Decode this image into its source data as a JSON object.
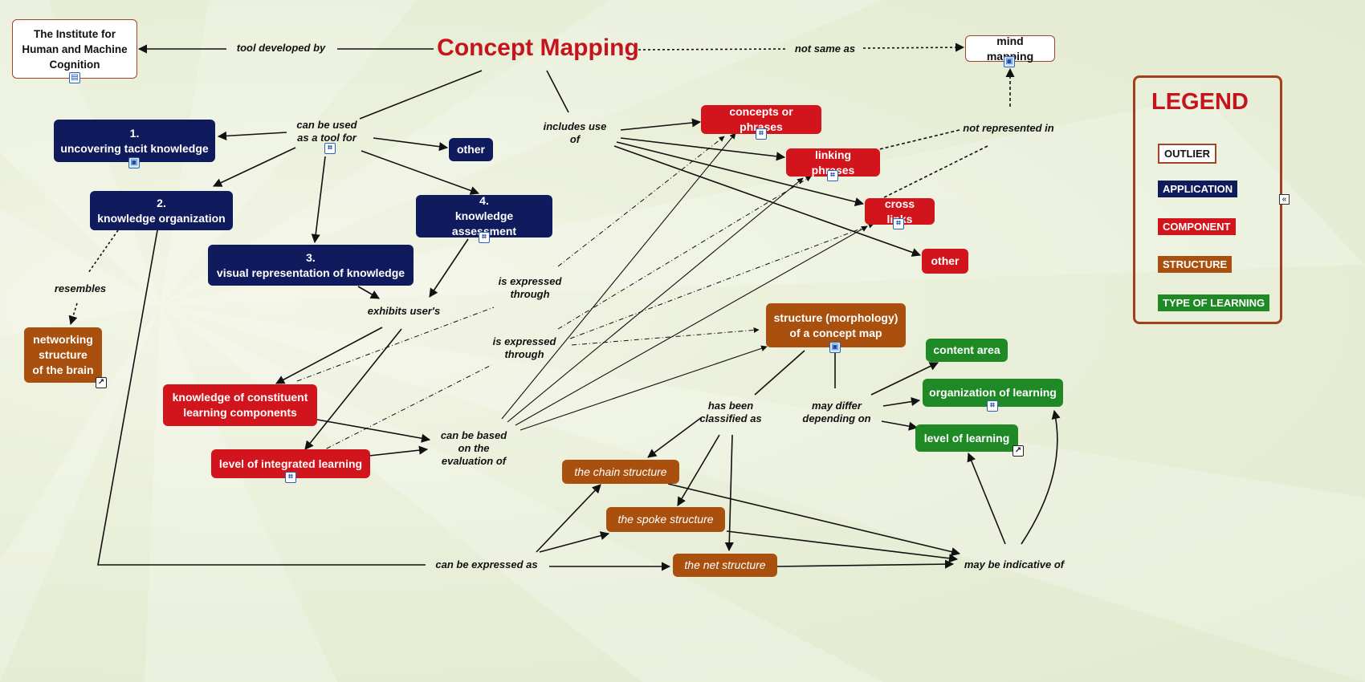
{
  "title": "Concept Mapping",
  "colors": {
    "application": "#101b5e",
    "component": "#d2141c",
    "structure": "#a9500f",
    "type_of_learning": "#1f8a25",
    "outlier_border": "#a0452a",
    "title": "#c4151c"
  },
  "nodes": {
    "ihmc": "The Institute for\nHuman and Machine\nCognition",
    "mind_mapping": "mind mapping",
    "uncovering": "1.\nuncovering tacit knowledge",
    "other_app": "other",
    "organization": "2.\nknowledge organization",
    "assessment": "4.\nknowledge assessment",
    "visual": "3.\nvisual representation  of knowledge",
    "networking": "networking\nstructure\nof the brain",
    "concepts": "concepts or phrases",
    "linking": "linking phrases",
    "cross": "cross links",
    "other_comp": "other",
    "constituent": "knowledge of constituent\nlearning components",
    "integrated": "level of integrated learning",
    "morphology": "structure (morphology)\nof a concept map",
    "content_area": "content area",
    "org_learning": "organization of learning",
    "level_learning": "level of  learning",
    "chain": "the chain structure",
    "spoke": "the spoke structure",
    "net": "the net structure"
  },
  "linking_phrases": {
    "tool_developed_by": "tool developed by",
    "not_same_as": "not same as",
    "can_be_used": "can be used\nas a tool for",
    "includes_use_of": "includes use\nof",
    "not_represented_in": "not represented in",
    "resembles": "resembles",
    "exhibits": "exhibits user's",
    "expressed_through_1": "is expressed\nthrough",
    "expressed_through_2": "is expressed\nthrough",
    "based_on": "can be based\non the\nevaluation of",
    "classified_as": "has been\nclassified as",
    "may_differ": "may differ\ndepending on",
    "expressed_as": "can be expressed as",
    "indicative_of": "may be indicative of"
  },
  "legend": {
    "title": "LEGEND",
    "items": [
      "OUTLIER",
      "APPLICATION",
      "COMPONENT",
      "STRUCTURE",
      "TYPE OF LEARNING"
    ]
  },
  "icons": {
    "document": "document-icon",
    "image": "image-icon",
    "submap": "concept-map-icon",
    "link": "external-link-icon",
    "collapse": "collapse-icon"
  }
}
